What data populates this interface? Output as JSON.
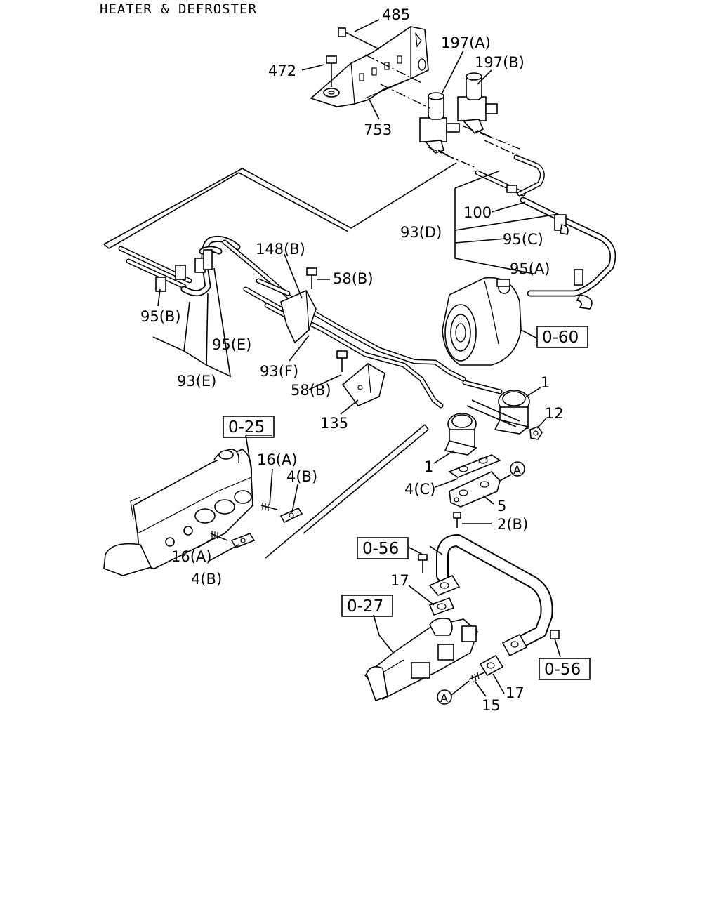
{
  "title": "HEATER & DEFROSTER",
  "callouts": {
    "p485": "485",
    "p472": "472",
    "p753": "753",
    "p197a": "197(A)",
    "p197b": "197(B)",
    "p100": "100",
    "p93d": "93(D)",
    "p95c": "95(C)",
    "p95a": "95(A)",
    "p148b": "148(B)",
    "p58b_top": "58(B)",
    "p95b": "95(B)",
    "p95e": "95(E)",
    "p93e": "93(E)",
    "p93f": "93(F)",
    "p58b_bot": "58(B)",
    "p135": "135",
    "p1_top": "1",
    "p12": "12",
    "p1_mid": "1",
    "pA_top": "A",
    "p4c": "4(C)",
    "p5": "5",
    "p2b": "2(B)",
    "p16a_top": "16(A)",
    "p4b_top": "4(B)",
    "p16a_bot": "16(A)",
    "p4b_bot": "4(B)",
    "p17_top": "17",
    "p17_bot": "17",
    "p15": "15",
    "pA_bot": "A"
  },
  "refs": {
    "r060": "0-60",
    "r025": "0-25",
    "r056_top": "0-56",
    "r027": "0-27",
    "r056_bot": "0-56"
  }
}
